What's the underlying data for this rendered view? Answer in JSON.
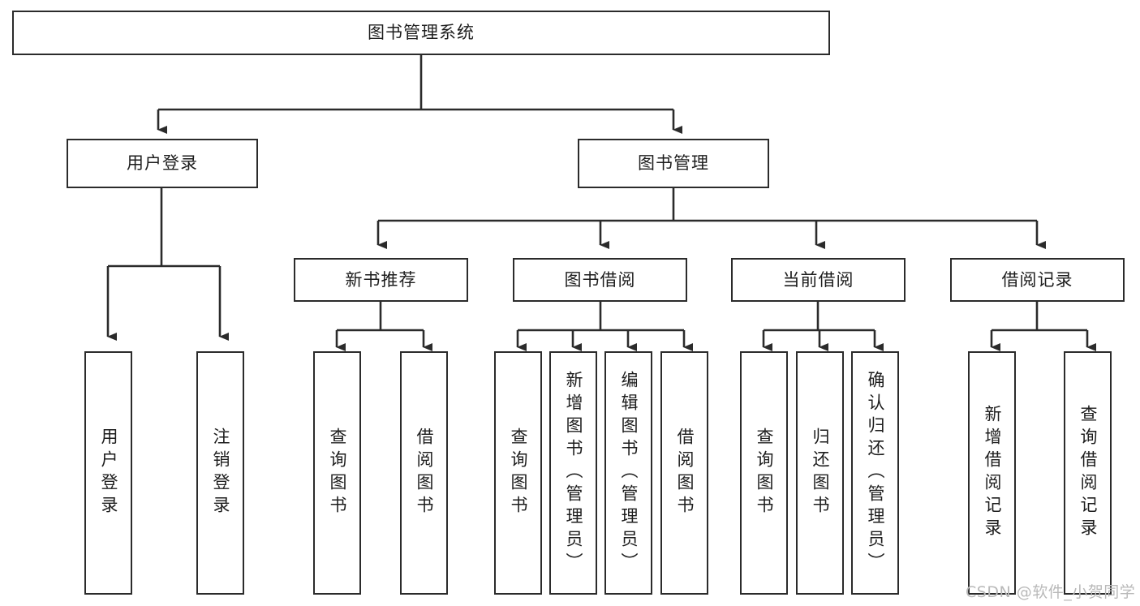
{
  "diagram": {
    "type": "tree",
    "title": "图书管理系统",
    "root": {
      "id": "root",
      "label": "图书管理系统"
    },
    "level2": [
      {
        "id": "user-login",
        "label": "用户登录"
      },
      {
        "id": "book-manage",
        "label": "图书管理"
      }
    ],
    "level3": [
      {
        "id": "new-book-recommend",
        "label": "新书推荐",
        "parent": "book-manage"
      },
      {
        "id": "book-borrow",
        "label": "图书借阅",
        "parent": "book-manage"
      },
      {
        "id": "current-borrow",
        "label": "当前借阅",
        "parent": "book-manage"
      },
      {
        "id": "borrow-record",
        "label": "借阅记录",
        "parent": "book-manage"
      }
    ],
    "leaves": [
      {
        "id": "leaf-user-login",
        "label": "用户登录",
        "parent": "user-login"
      },
      {
        "id": "leaf-logout-login",
        "label": "注销登录",
        "parent": "user-login"
      },
      {
        "id": "leaf-query-book-1",
        "label": "查询图书",
        "parent": "new-book-recommend"
      },
      {
        "id": "leaf-borrow-book-1",
        "label": "借阅图书",
        "parent": "new-book-recommend"
      },
      {
        "id": "leaf-query-book-2",
        "label": "查询图书",
        "parent": "book-borrow"
      },
      {
        "id": "leaf-add-book",
        "label": "新增图书（管理员）",
        "parent": "book-borrow"
      },
      {
        "id": "leaf-edit-book",
        "label": "编辑图书（管理员）",
        "parent": "book-borrow"
      },
      {
        "id": "leaf-borrow-book-2",
        "label": "借阅图书",
        "parent": "book-borrow"
      },
      {
        "id": "leaf-query-book-3",
        "label": "查询图书",
        "parent": "current-borrow"
      },
      {
        "id": "leaf-return-book",
        "label": "归还图书",
        "parent": "current-borrow"
      },
      {
        "id": "leaf-confirm-return",
        "label": "确认归还（管理员）",
        "parent": "current-borrow"
      },
      {
        "id": "leaf-add-record",
        "label": "新增借阅记录",
        "parent": "borrow-record"
      },
      {
        "id": "leaf-query-record",
        "label": "查询借阅记录",
        "parent": "borrow-record"
      }
    ],
    "colors": {
      "stroke": "#2b2b2b",
      "fill": "#ffffff",
      "text": "#1d1d1d",
      "watermark": "#b9b9b9"
    }
  },
  "watermark": {
    "text": "CSDN @软件_小贺同学"
  }
}
